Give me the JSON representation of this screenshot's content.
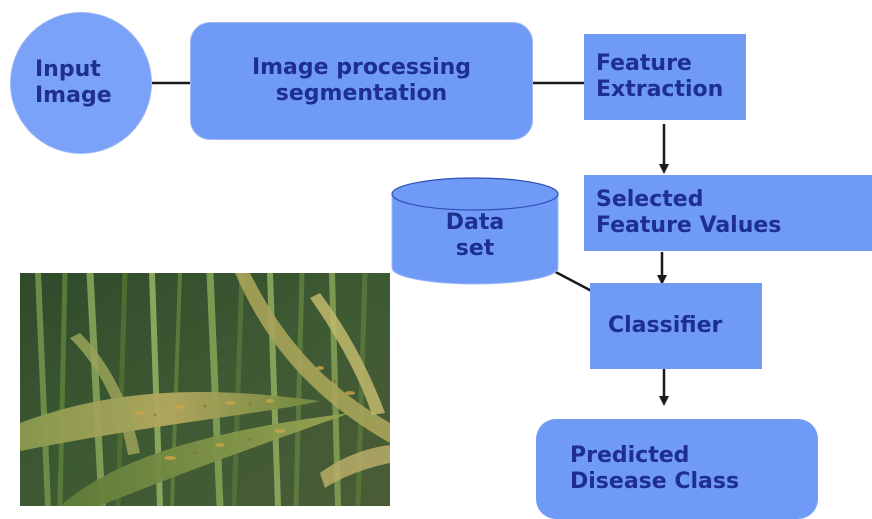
{
  "nodes": {
    "input": "Input\nImage",
    "processing": "Image processing\nsegmentation",
    "extraction": "Feature\nExtraction",
    "selected": "Selected\nFeature Values",
    "dataset": "Data\nset",
    "classifier": "Classifier",
    "predicted": "Predicted\nDisease Class"
  },
  "colors": {
    "node_fill": "#6f9bf7",
    "text": "#1f2f8f",
    "arrow": "#1a1a1a"
  },
  "photo": {
    "subject": "wheat-leaves-with-disease-symptoms"
  }
}
